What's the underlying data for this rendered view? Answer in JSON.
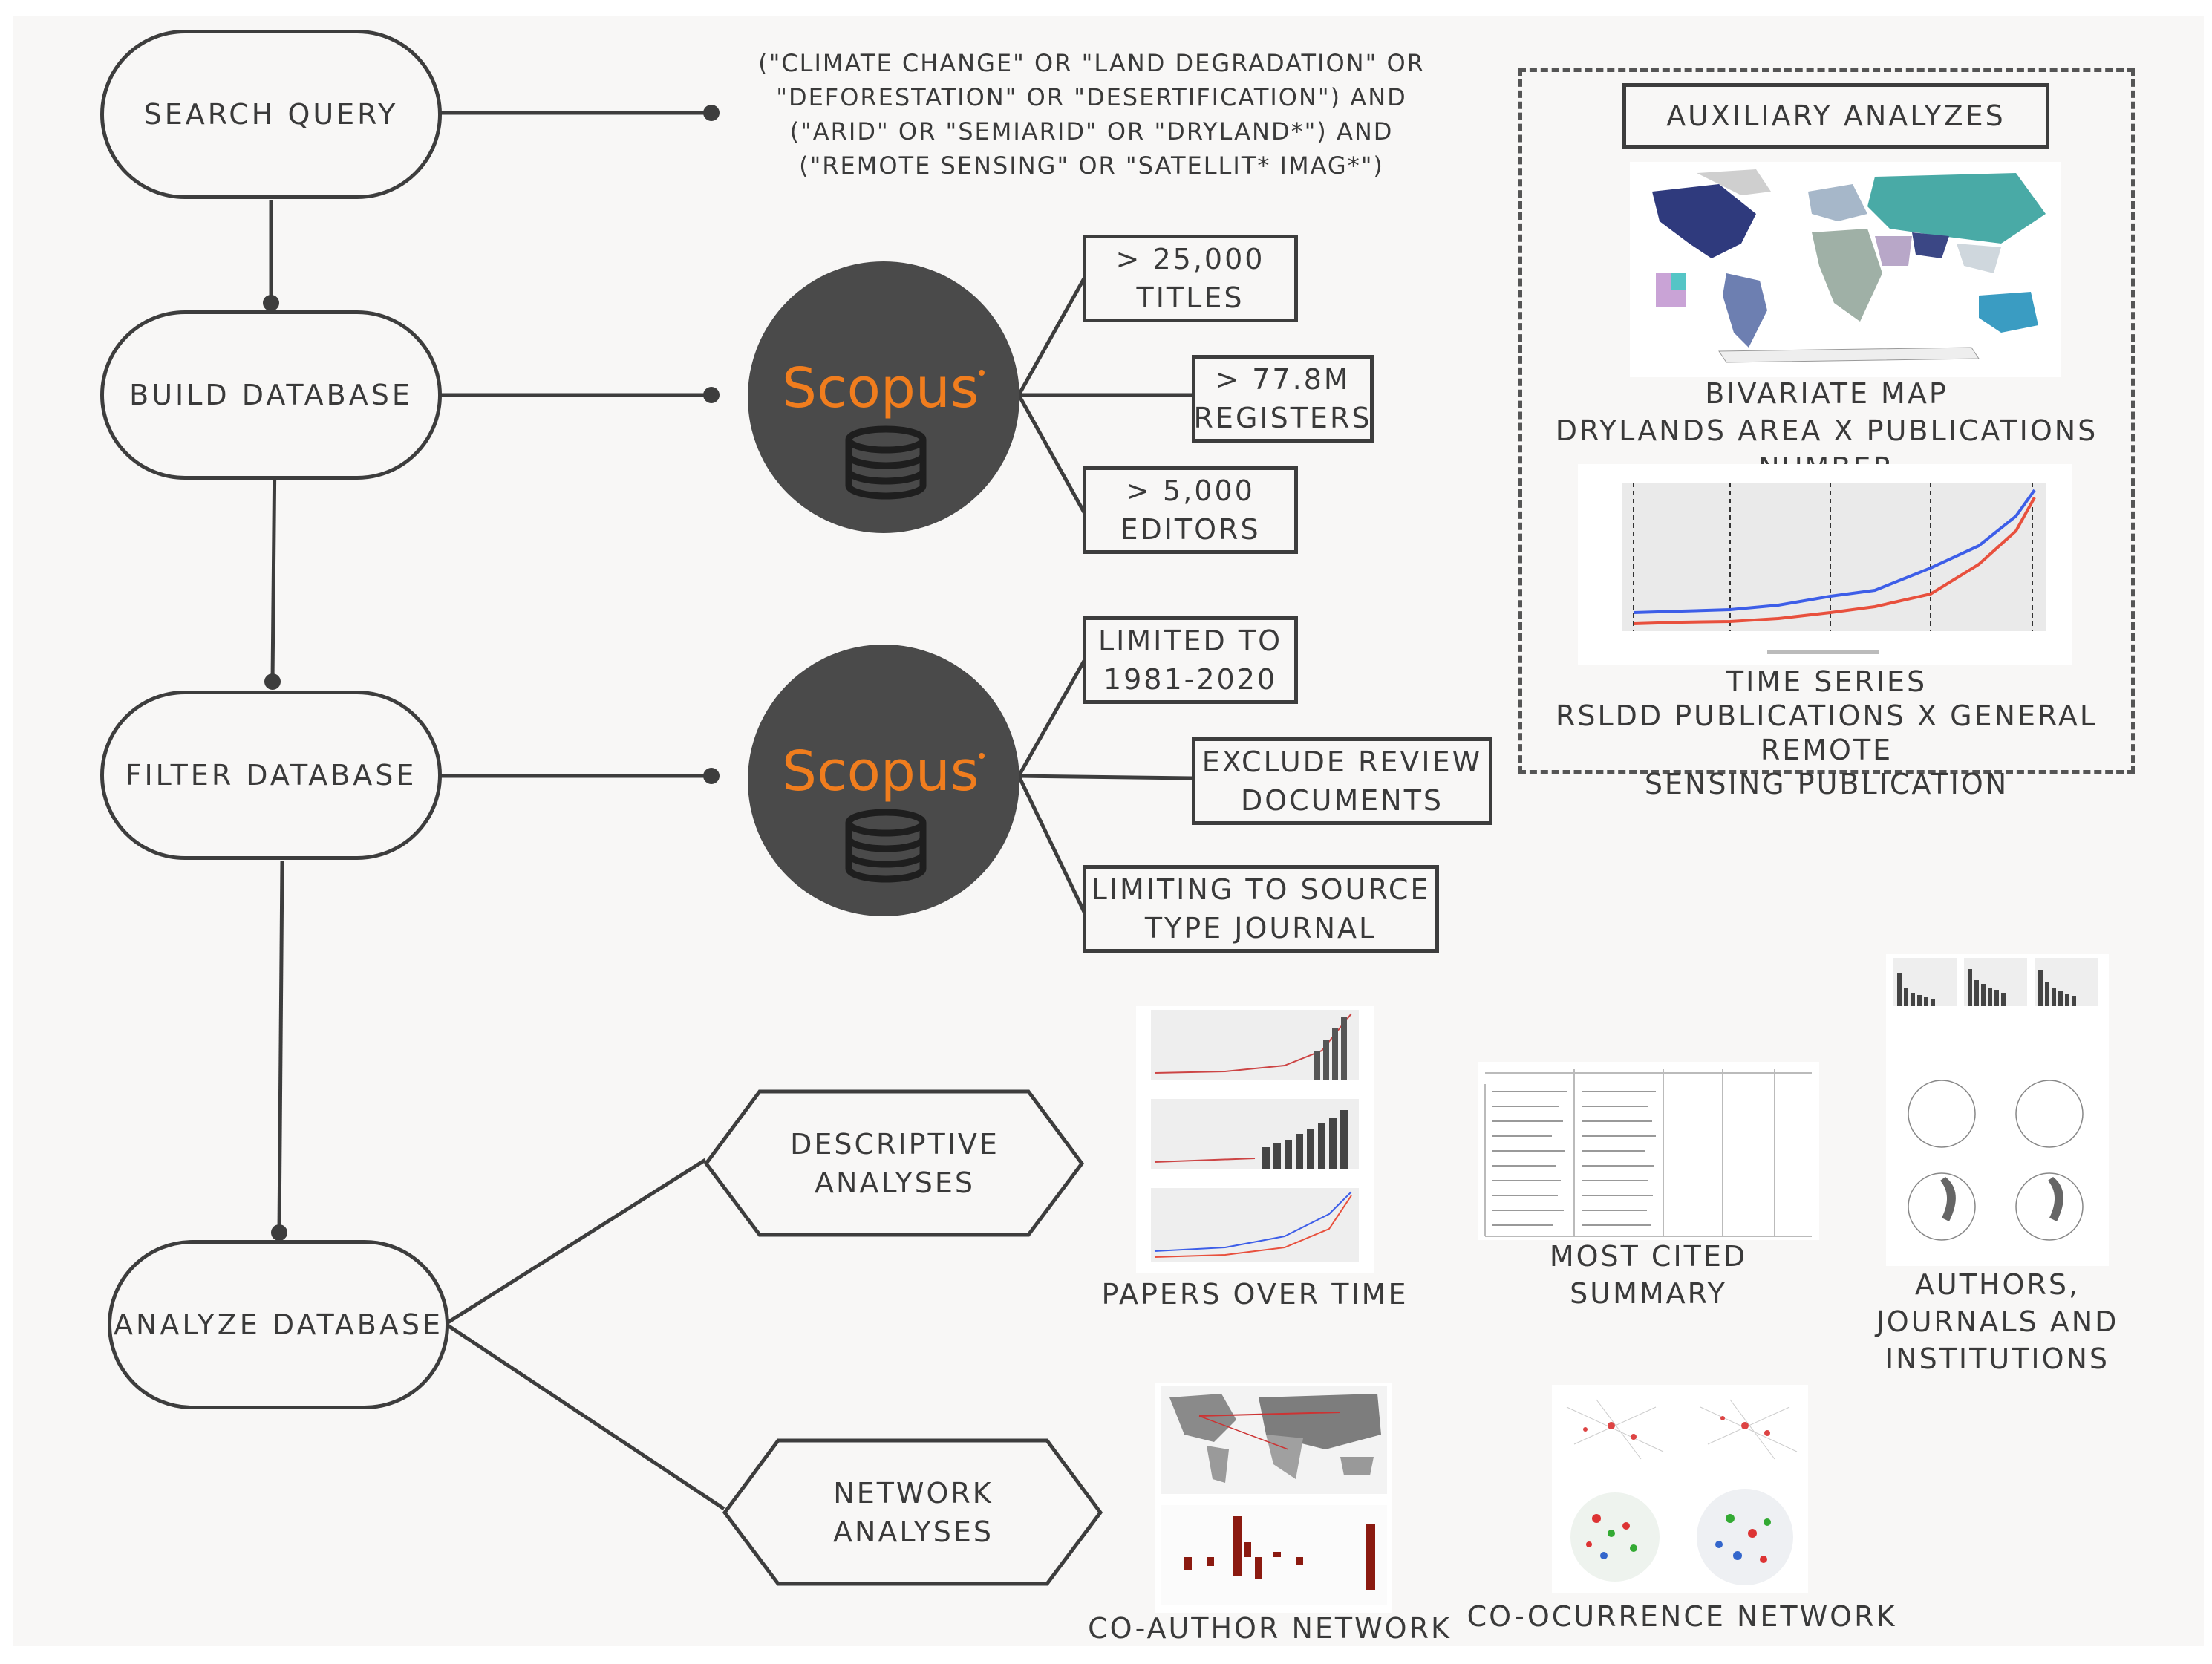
{
  "steps": {
    "search_query": "SEARCH QUERY",
    "build_database": "BUILD DATABASE",
    "filter_database": "FILTER DATABASE",
    "analyze_database": "ANALYZE DATABASE"
  },
  "query_lines": [
    "(\"CLIMATE CHANGE\" OR \"LAND DEGRADATION\" OR",
    "\"DEFORESTATION\" OR \"DESERTIFICATION\") AND",
    "(\"ARID\" OR \"SEMIARID\" OR \"DRYLAND*\") AND",
    "(\"REMOTE SENSING\" OR \"SATELLIT* IMAG*\")"
  ],
  "scopus_logo": "Scopus",
  "database_facts": {
    "titles": "> 25,000\nTITLES",
    "registers": "> 77.8M\nREGISTERS",
    "editors": "> 5,000\nEDITORS"
  },
  "filters": {
    "limited": "LIMITED TO\n1981-2020",
    "exclude": "EXCLUDE REVIEW\nDOCUMENTS",
    "source": "LIMITING TO SOURCE\nTYPE JOURNAL"
  },
  "auxiliary": {
    "title": "AUXILIARY ANALYZES",
    "bivariate_caption": "BIVARIATE MAP\nDRYLANDS AREA X PUBLICATIONS NUMBER",
    "timeseries_caption": "TIME SERIES\nRSLDD PUBLICATIONS X GENERAL REMOTE\nSENSING PUBLICATION"
  },
  "analyses": {
    "descriptive": "DESCRIPTIVE\nANALYSES",
    "network": "NETWORK\nANALYSES"
  },
  "outputs": {
    "papers_over_time": "PAPERS OVER TIME",
    "most_cited": "MOST CITED\nSUMMARY",
    "authors": "AUTHORS,\nJOURNALS AND\nINSTITUTIONS",
    "coauthor": "CO-AUTHOR NETWORK",
    "cooccurrence": "CO-OCURRENCE NETWORK"
  },
  "colors": {
    "line": "#3d3d3d",
    "scopus_circle": "#4a4a4a",
    "scopus_orange": "#f07d1e",
    "background": "#f8f7f6"
  }
}
